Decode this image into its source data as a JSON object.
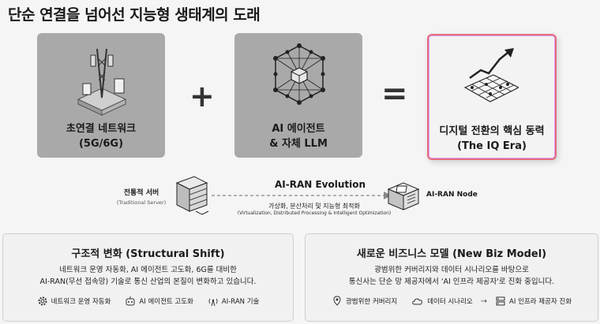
{
  "title": "단순 연결을 넘어선 지능형 생태계의 도래",
  "cards": [
    {
      "label": "초연결 네트워크",
      "sub": "(5G/6G)"
    },
    {
      "label": "AI 에이전트",
      "sub": "& 자체 LLM"
    },
    {
      "label": "디지털 전환의 핵심 동력",
      "sub": "(The IQ Era)"
    }
  ],
  "operators": {
    "plus": "+",
    "equals": "="
  },
  "evolution": {
    "title": "AI-RAN Evolution",
    "sub_ko": "가상화, 분산처리 및 지능형 최적화",
    "sub_en": "(Virtualization, Distributed Processing & Intelligent Optimization)",
    "from_ko": "전통적 서버",
    "from_en": "(Traditional Server)",
    "to": "AI-RAN Node"
  },
  "panels": [
    {
      "title": "구조적 변화 (Structural Shift)",
      "body1": "네트워크 운영 자동화, AI 에이전트 고도화, 6G를 대비한",
      "body2": "AI-RAN(무선 접속망) 기술로 통신 산업의 본질이 변화하고 있습니다.",
      "items": [
        {
          "icon": "gear-icon",
          "label": "네트워크 운영 자동화"
        },
        {
          "icon": "robot-icon",
          "label": "AI 에이전트 고도화"
        },
        {
          "icon": "antenna-icon",
          "label": "AI-RAN 기술"
        }
      ]
    },
    {
      "title": "새로운 비즈니스 모델 (New Biz Model)",
      "body1": "광범위한 커버리지와 데이터 시나리오를 바탕으로",
      "body2": "통신사는 단순 망 제공자에서 'AI 인프라 제공자'로 진화 중입니다.",
      "items": [
        {
          "icon": "location-pin-icon",
          "label": "광범위한 커버리지"
        },
        {
          "icon": "cloud-icon",
          "label": "데이터 시나리오"
        },
        {
          "icon": "server-icon",
          "label": "AI 인프라 제공자 진화"
        }
      ]
    }
  ]
}
